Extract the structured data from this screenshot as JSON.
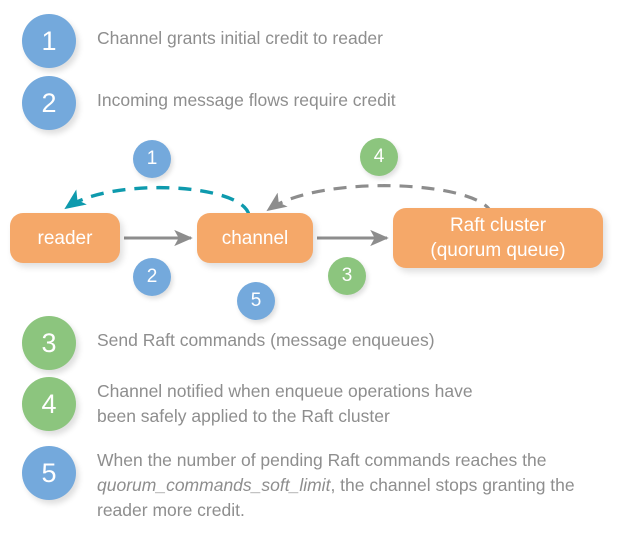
{
  "palette": {
    "blue": "#74a9dc",
    "green": "#8cc57e",
    "orange": "#f5a869",
    "teal": "#0e9aad",
    "gray": "#8a8a8a",
    "text_gray": "#8e8e8e",
    "white": "#ffffff"
  },
  "legend_top": [
    {
      "number": "1",
      "color": "blue",
      "text": "Channel grants initial credit to reader"
    },
    {
      "number": "2",
      "color": "blue",
      "text": "Incoming message flows require credit"
    }
  ],
  "legend_bottom": [
    {
      "number": "3",
      "color": "green",
      "text": "Send Raft commands (message enqueues)"
    },
    {
      "number": "4",
      "color": "green",
      "text": "Channel notified when enqueue operations have\nbeen safely applied to the Raft cluster"
    },
    {
      "number": "5",
      "color": "blue",
      "text_part_1": "When the number of pending Raft commands reaches the ",
      "text_italic": "quorum_commands_soft_limit",
      "text_part_2": ", the channel stops granting the reader more credit."
    }
  ],
  "diagram": {
    "nodes": [
      {
        "id": "reader",
        "label": "reader"
      },
      {
        "id": "channel",
        "label": "channel"
      },
      {
        "id": "raft",
        "label": "Raft cluster\n(quorum queue)"
      }
    ],
    "badges": [
      {
        "id": "d1",
        "number": "1",
        "color": "blue"
      },
      {
        "id": "d2",
        "number": "2",
        "color": "blue"
      },
      {
        "id": "d5",
        "number": "5",
        "color": "blue"
      },
      {
        "id": "d3",
        "number": "3",
        "color": "green"
      },
      {
        "id": "d4",
        "number": "4",
        "color": "green"
      }
    ],
    "edges": [
      {
        "id": "reader-to-channel",
        "style": "solid",
        "color": "gray",
        "from": "reader",
        "to": "channel"
      },
      {
        "id": "channel-to-raft",
        "style": "solid",
        "color": "gray",
        "from": "channel",
        "to": "raft"
      },
      {
        "id": "channel-to-reader",
        "style": "dashed",
        "color": "teal",
        "from": "channel",
        "to": "reader"
      },
      {
        "id": "raft-to-channel",
        "style": "dashed",
        "color": "gray",
        "from": "raft",
        "to": "channel"
      }
    ]
  }
}
